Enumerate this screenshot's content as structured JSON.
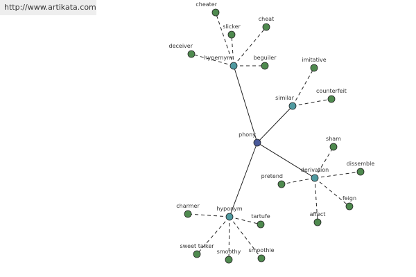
{
  "source_url": "http://www.artikata.com",
  "colors": {
    "center": "#4a5a9a",
    "relation": "#4f9aa0",
    "word": "#4f8a4f"
  },
  "graph": {
    "center": {
      "label": "phony"
    },
    "relations": [
      {
        "label": "hypernym",
        "words": [
          "cheater",
          "slicker",
          "cheat",
          "deceiver",
          "beguiler"
        ]
      },
      {
        "label": "similar",
        "words": [
          "imitative",
          "counterfeit"
        ]
      },
      {
        "label": "derivation",
        "words": [
          "sham",
          "dissemble",
          "pretend",
          "feign",
          "affect"
        ]
      },
      {
        "label": "hyponym",
        "words": [
          "charmer",
          "tartufe",
          "sweet talker",
          "smoothy",
          "smoothie"
        ]
      }
    ]
  }
}
